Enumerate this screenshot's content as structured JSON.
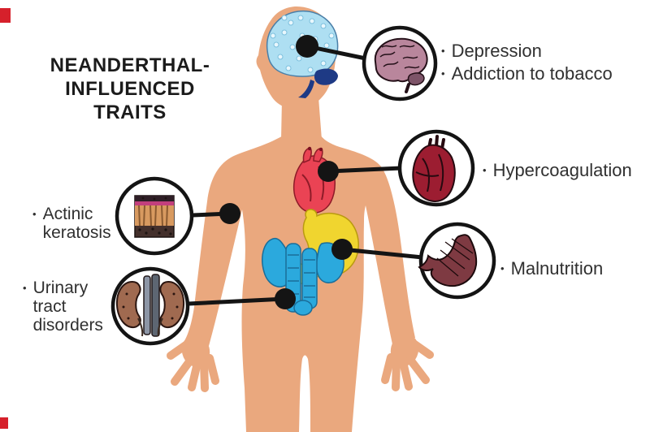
{
  "title": {
    "lines": [
      "NEANDERTHAL-",
      "INFLUENCED",
      "TRAITS"
    ]
  },
  "bullet_char": "•",
  "callouts": {
    "brain": {
      "organ": "brain",
      "labels": [
        "Depression",
        "Addiction to tobacco"
      ]
    },
    "heart": {
      "organ": "heart",
      "labels": [
        "Hypercoagulation"
      ]
    },
    "stomach": {
      "organ": "stomach",
      "labels": [
        "Malnutrition"
      ]
    },
    "skin": {
      "organ": "skin",
      "labels": [
        "Actinic keratosis"
      ]
    },
    "kidneys": {
      "organ": "kidneys",
      "labels": [
        "Urinary tract disorders"
      ]
    }
  },
  "colors": {
    "body": "#EAA87E",
    "brain_fill": "#AEDFF2",
    "brain_dark": "#1E3A85",
    "heart_red": "#EA4354",
    "stomach_yellow": "#F0D52F",
    "intestine_blue": "#2BA9DD",
    "ink": "#141414",
    "text": "#303030",
    "icon_brain": "#B9869C",
    "icon_heart": "#9C1D31",
    "icon_stomach": "#7E3A42",
    "icon_skin_tan": "#D89A60",
    "icon_skin_magenta": "#C23F7D",
    "icon_kidney": "#A06A50",
    "artifact_red": "#D6202B"
  }
}
